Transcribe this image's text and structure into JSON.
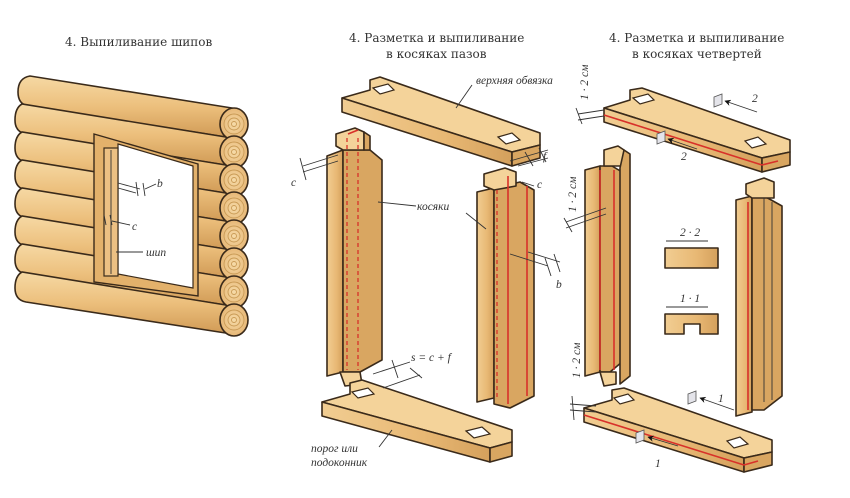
{
  "panels": [
    {
      "title": "4. Выпиливание шипов",
      "labels": {
        "b": "b",
        "c": "c",
        "tenon": "шип"
      }
    },
    {
      "title_line1": "4. Разметка и выпиливание",
      "title_line2": "в косяках пазов",
      "labels": {
        "top_rail": "верхняя обвязка",
        "jambs": "косяки",
        "c_left": "c",
        "c_right": "c",
        "f": "f",
        "b": "b",
        "formula": "s = c + f",
        "sill_line1": "порог или",
        "sill_line2": "подоконник"
      }
    },
    {
      "title_line1": "4. Разметка и выпиливание",
      "title_line2": "в косяках четвертей",
      "labels": {
        "gap_top": "1 · 2 см",
        "gap_mid": "1 · 2 см",
        "gap_bottom": "1 · 2 см",
        "section_2": "2 · 2",
        "section_1": "1 · 1",
        "arrow_2_top": "2",
        "arrow_2_bottom": "2",
        "arrow_1_top": "1",
        "arrow_1_bottom": "1"
      }
    }
  ],
  "colors": {
    "wood_light": "#f4d39a",
    "wood_mid": "#e8b874",
    "wood_dark": "#d9a661",
    "outline": "#3a2a1a",
    "marking_red": "#d8312a"
  }
}
